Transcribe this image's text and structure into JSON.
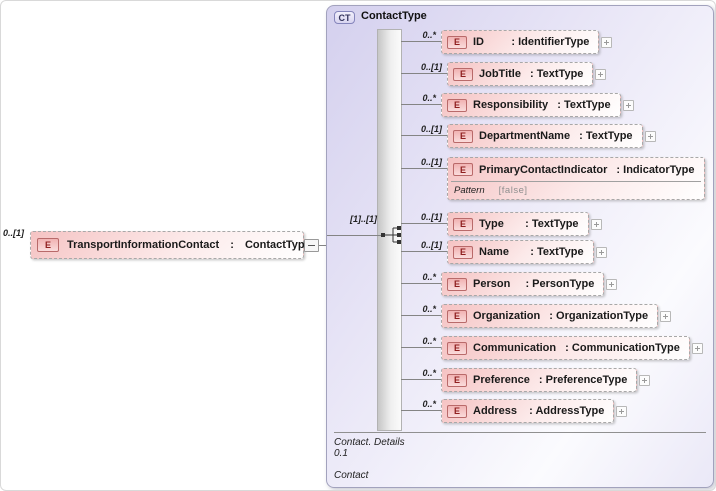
{
  "root_element": {
    "cardinality": "0..[1]",
    "icon_letter": "E",
    "name": "TransportInformationContact",
    "separator": " : ",
    "type": "ContactType"
  },
  "complex_type": {
    "badge": "CT",
    "title": "ContactType",
    "sequence": {
      "cardinality": "[1]..[1]"
    },
    "children": [
      {
        "icon_letter": "E",
        "name": "ID",
        "type": "IdentifierType",
        "cardinality": "0..*",
        "expandable": true
      },
      {
        "icon_letter": "E",
        "name": "JobTitle",
        "type": "TextType",
        "cardinality": "0..[1]",
        "expandable": true
      },
      {
        "icon_letter": "E",
        "name": "Responsibility",
        "type": "TextType",
        "cardinality": "0..*",
        "expandable": true
      },
      {
        "icon_letter": "E",
        "name": "DepartmentName",
        "type": "TextType",
        "cardinality": "0..[1]",
        "expandable": true
      },
      {
        "icon_letter": "E",
        "name": "PrimaryContactIndicator",
        "type": "IndicatorType",
        "cardinality": "0..[1]",
        "expandable": false,
        "facets": [
          {
            "label": "Pattern",
            "value": "[false]"
          }
        ]
      },
      {
        "icon_letter": "E",
        "name": "Type",
        "type": "TextType",
        "cardinality": "0..[1]",
        "expandable": true
      },
      {
        "icon_letter": "E",
        "name": "Name",
        "type": "TextType",
        "cardinality": "0..[1]",
        "expandable": true
      },
      {
        "icon_letter": "E",
        "name": "Person",
        "type": "PersonType",
        "cardinality": "0..*",
        "expandable": true
      },
      {
        "icon_letter": "E",
        "name": "Organization",
        "type": "OrganizationType",
        "cardinality": "0..*",
        "expandable": true
      },
      {
        "icon_letter": "E",
        "name": "Communication",
        "type": "CommunicationType",
        "cardinality": "0..*",
        "expandable": true
      },
      {
        "icon_letter": "E",
        "name": "Preference",
        "type": "PreferenceType",
        "cardinality": "0..*",
        "expandable": true
      },
      {
        "icon_letter": "E",
        "name": "Address",
        "type": "AddressType",
        "cardinality": "0..*",
        "expandable": true
      }
    ],
    "annotation": {
      "lines": [
        "Contact. Details",
        "0.1",
        "",
        "Contact"
      ]
    }
  },
  "colors": {
    "element_fill": "#f5c3c3",
    "element_icon_border": "#b96a6a",
    "element_icon_text": "#8f1f1f",
    "container_fill": "#d4d0ee",
    "container_border": "#a2a2bd",
    "connector": "#848484"
  }
}
